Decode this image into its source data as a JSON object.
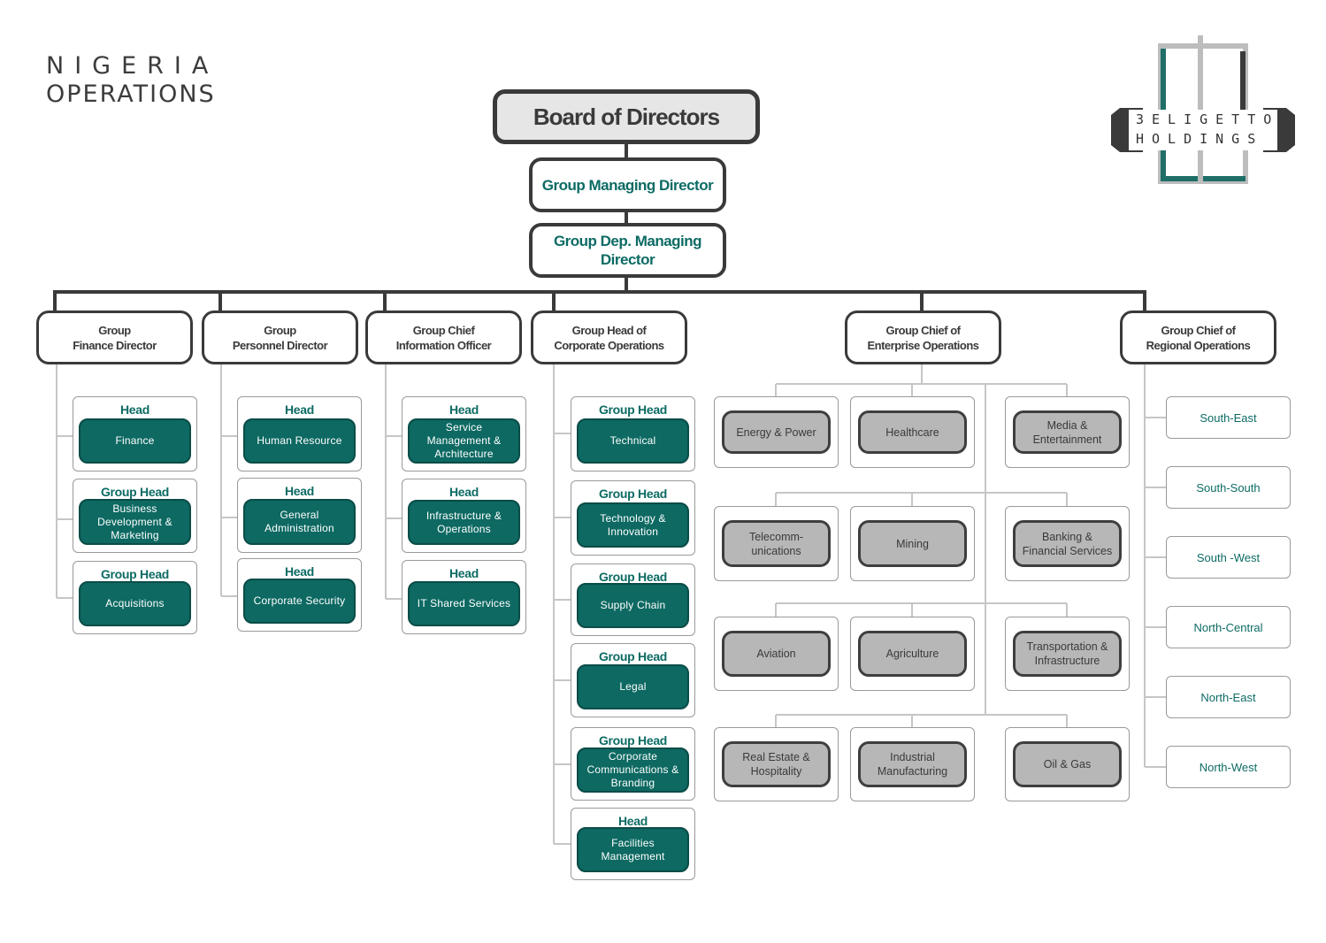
{
  "header": {
    "title_line1": "NIGERIA",
    "title_line2": "OPERATIONS"
  },
  "logo": {
    "line1": "3ELIGETTO",
    "line2": "HOLDINGS"
  },
  "board": "Board of Directors",
  "gmd": "Group Managing Director",
  "gdmd": "Group Dep. Managing Director",
  "directors": [
    {
      "line1": "Group",
      "line2": "Finance Director"
    },
    {
      "line1": "Group",
      "line2": "Personnel Director"
    },
    {
      "line1": "Group Chief",
      "line2": "Information Officer"
    },
    {
      "line1": "Group Head of",
      "line2": "Corporate Operations"
    },
    {
      "line1": "Group Chief of",
      "line2": "Enterprise Operations"
    },
    {
      "line1": "Group Chief of",
      "line2": "Regional Operations"
    }
  ],
  "finance": [
    {
      "title": "Head",
      "name": "Finance"
    },
    {
      "title": "Group Head",
      "name": "Business Development & Marketing"
    },
    {
      "title": "Group Head",
      "name": "Acquisitions"
    }
  ],
  "personnel": [
    {
      "title": "Head",
      "name": "Human Resource"
    },
    {
      "title": "Head",
      "name": "General Administration"
    },
    {
      "title": "Head",
      "name": "Corporate Security"
    }
  ],
  "info": [
    {
      "title": "Head",
      "name": "Service Management & Architecture"
    },
    {
      "title": "Head",
      "name": "Infrastructure & Operations"
    },
    {
      "title": "Head",
      "name": "IT Shared Services"
    }
  ],
  "corporate": [
    {
      "title": "Group Head",
      "name": "Technical"
    },
    {
      "title": "Group Head",
      "name": "Technology & Innovation"
    },
    {
      "title": "Group Head",
      "name": "Supply Chain"
    },
    {
      "title": "Group Head",
      "name": "Legal"
    },
    {
      "title": "Group Head",
      "name": "Corporate Communications & Branding"
    },
    {
      "title": "Head",
      "name": "Facilities Management"
    }
  ],
  "sectors": [
    "Energy & Power",
    "Healthcare",
    "Media & Entertainment",
    "Telecomm- unications",
    "Mining",
    "Banking & Financial Services",
    "Aviation",
    "Agriculture",
    "Transportation & Infrastructure",
    "Real Estate & Hospitality",
    "Industrial Manufacturing",
    "Oil & Gas"
  ],
  "regions": [
    "South-East",
    "South-South",
    "South -West",
    "North-Central",
    "North-East",
    "North-West"
  ],
  "colors": {
    "teal": "#0d6962",
    "dark": "#3a3a3a",
    "connector": "#c6c6c6",
    "board_fill": "#e6e6e6",
    "sector_fill": "#b7b7b7"
  }
}
